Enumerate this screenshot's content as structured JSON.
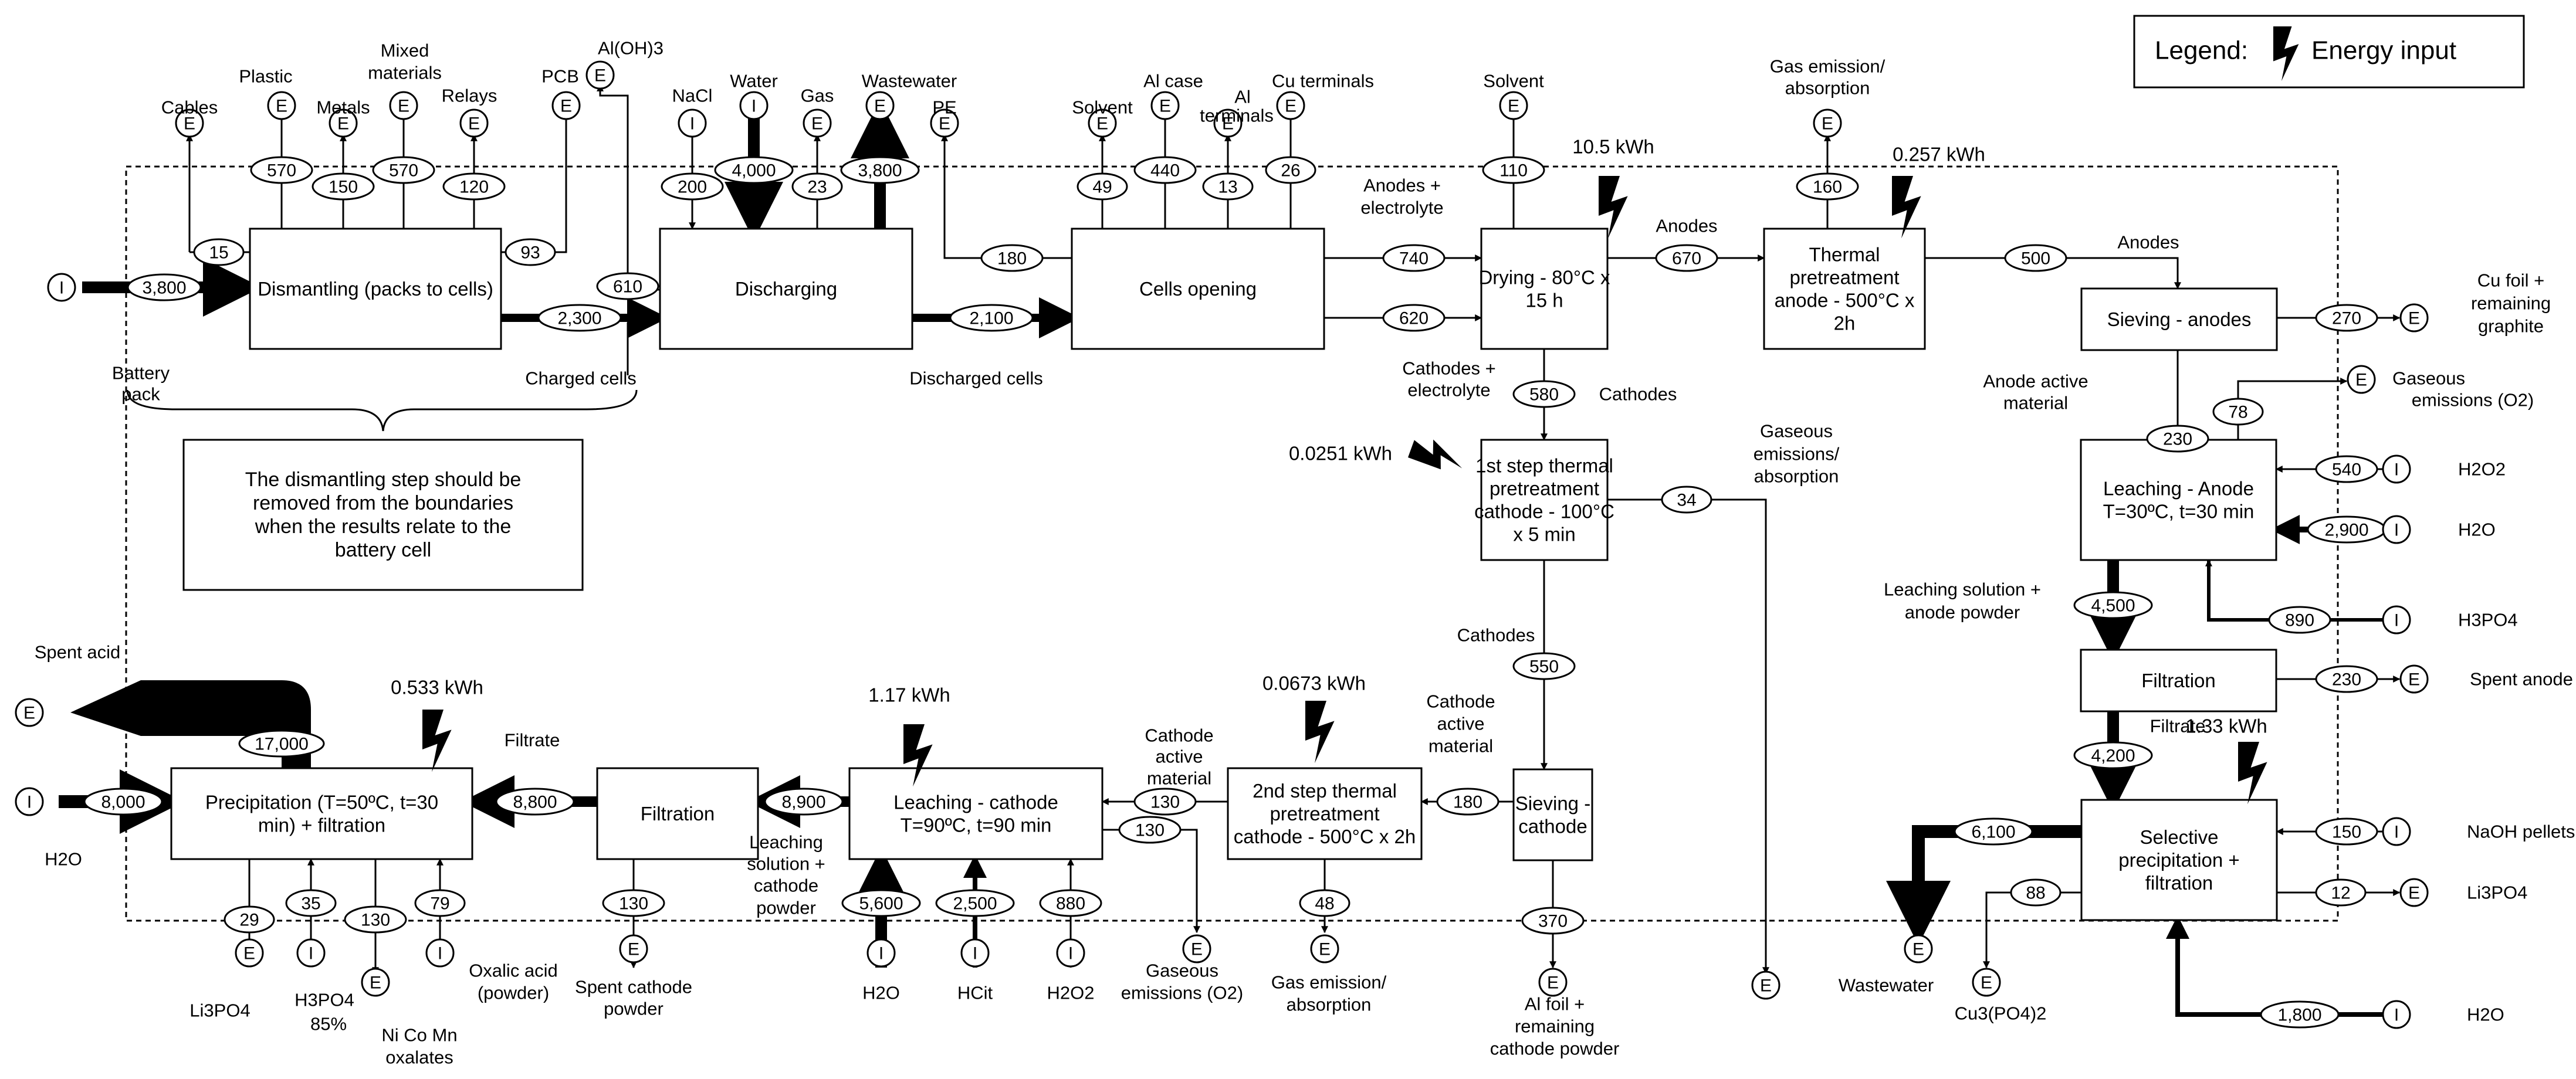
{
  "legend": {
    "title": "Legend:",
    "item": "Energy input"
  },
  "processes": {
    "dismantling": "Dismantling (packs to cells)",
    "discharging": "Discharging",
    "cells_opening": "Cells opening",
    "drying": [
      "Drying - 80°C x",
      "15 h"
    ],
    "thermal_anode": [
      "Thermal",
      "pretreatment",
      "anode - 500°C x",
      "2h"
    ],
    "sieving_anodes": "Sieving - anodes",
    "leaching_anode": [
      "Leaching - Anode",
      "T=30ºC, t=30 min"
    ],
    "filtration_right": "Filtration",
    "selective_precip": [
      "Selective",
      "precipitation +",
      "filtration"
    ],
    "step1_thermal": [
      "1st step thermal",
      "pretreatment",
      "cathode - 100°C",
      "x 5 min"
    ],
    "sieving_cathode": [
      "Sieving -",
      "cathode"
    ],
    "step2_thermal": [
      "2nd step thermal",
      "pretreatment",
      "cathode - 500°C x 2h"
    ],
    "leaching_cathode": [
      "Leaching - cathode",
      "T=90ºC, t=90 min"
    ],
    "filtration_mid": "Filtration",
    "precipitation": [
      "Precipitation (T=50ºC, t=30",
      "min) + filtration"
    ]
  },
  "note": [
    "The dismantling step should be",
    "removed from the boundaries",
    "when the results relate to the",
    "battery cell"
  ],
  "energy": {
    "drying": "10.5 kWh",
    "thermal_anode": "0.257 kWh",
    "step1": "0.0251 kWh",
    "step2": "0.0673 kWh",
    "leaching_cathode": "1.17 kWh",
    "precipitation": "0.533 kWh",
    "selective": "1.33 kWh"
  },
  "values": {
    "v3800_in": "3,800",
    "v15": "15",
    "v570a": "570",
    "v150": "150",
    "v570b": "570",
    "v120": "120",
    "v93": "93",
    "v610": "610",
    "v2300": "2,300",
    "v200": "200",
    "v4000": "4,000",
    "v23": "23",
    "v3800_ww": "3,800",
    "v180": "180",
    "v2100": "2,100",
    "v49": "49",
    "v440": "440",
    "v13": "13",
    "v26": "26",
    "v740": "740",
    "v620": "620",
    "v110": "110",
    "v670": "670",
    "v160": "160",
    "v500": "500",
    "v270": "270",
    "v230_top": "230",
    "v78": "78",
    "v540": "540",
    "v2900": "2,900",
    "v890": "890",
    "v4500": "4,500",
    "v230_spent": "230",
    "v4200": "4,200",
    "v150_naoh": "150",
    "v6100": "6,100",
    "v88": "88",
    "v12": "12",
    "v1800": "1,800",
    "v580": "580",
    "v34": "34",
    "v550": "550",
    "v180_cath": "180",
    "v370": "370",
    "v48": "48",
    "v130_up": "130",
    "v130_dn": "130",
    "v8900": "8,900",
    "v5600": "5,600",
    "v2500": "2,500",
    "v880": "880",
    "v8800": "8,800",
    "v130_spent": "130",
    "v17000": "17,000",
    "v8000": "8,000",
    "v29": "29",
    "v35": "35",
    "v130_ox": "130",
    "v79": "79"
  },
  "labels": {
    "cables": "Cables",
    "plastic": "Plastic",
    "mixed1": "Mixed",
    "mixed2": "materials",
    "metals": "Metals",
    "relays": "Relays",
    "pcb": "PCB",
    "aloh3": "Al(OH)3",
    "nacl": "NaCl",
    "water": "Water",
    "gas": "Gas",
    "wastewater_top": "Wastewater",
    "pe": "PE",
    "solvent1": "Solvent",
    "alcase": "Al case",
    "alterm1": "Al",
    "alterm2": "terminals",
    "cuterm": "Cu terminals",
    "solvent2": "Solvent",
    "gasem1": "Gas emission/",
    "gasem2": "absorption",
    "anodes_elec1": "Anodes +",
    "anodes_elec2": "electrolyte",
    "anodes1": "Anodes",
    "anodes2": "Anodes",
    "cufoil1": "Cu foil +",
    "cufoil2": "remaining",
    "cufoil3": "graphite",
    "battery1": "Battery",
    "battery2": "pack",
    "charged": "Charged cells",
    "discharged": "Discharged cells",
    "cath_elec1": "Cathodes +",
    "cath_elec2": "electrolyte",
    "cathodes1": "Cathodes",
    "anode_am1": "Anode active",
    "anode_am2": "material",
    "gaseous_o2_1": "Gaseous",
    "gaseous_o2_2": "emissions (O2)",
    "gaseous_ea1": "Gaseous",
    "gaseous_ea2": "emissions/",
    "gaseous_ea3": "absorption",
    "h2o2_r": "H2O2",
    "h2o_r": "H2O",
    "h3po4_r": "H3PO4",
    "leach_sol1": "Leaching solution +",
    "leach_sol2": "anode powder",
    "spent_anode": "Spent anode",
    "filtrate_r": "Filtrate",
    "naoh": "NaOH pellets",
    "li3po4_r": "Li3PO4",
    "wastewater_b": "Wastewater",
    "cu3": "Cu3(PO4)2",
    "h2o_b": "H2O",
    "cathodes2": "Cathodes",
    "cath_am1": "Cathode",
    "cath_am2": "active",
    "cath_am3": "material",
    "cath_am4": "Cathode",
    "cath_am5": "active",
    "cath_am6": "material",
    "alfoil1": "Al foil +",
    "alfoil2": "remaining",
    "alfoil3": "cathode powder",
    "gasem_b1": "Gas emission/",
    "gasem_b2": "absorption",
    "gaseous_b1": "Gaseous",
    "gaseous_b2": "emissions (O2)",
    "h2o_m": "H2O",
    "hcit": "HCit",
    "h2o2_m": "H2O2",
    "leach_cs1": "Leaching",
    "leach_cs2": "solution +",
    "leach_cs3": "cathode",
    "leach_cs4": "powder",
    "spent_cath1": "Spent cathode",
    "spent_cath2": "powder",
    "filtrate_l": "Filtrate",
    "spent_acid": "Spent acid",
    "h2o_l": "H2O",
    "li3po4_l": "Li3PO4",
    "h3po4_l1": "H3PO4",
    "h3po4_l2": "85%",
    "nicomn1": "Ni Co Mn",
    "nicomn2": "oxalates",
    "oxalic1": "Oxalic acid",
    "oxalic2": "(powder)"
  },
  "markers": {
    "input": "I",
    "emission": "E"
  }
}
